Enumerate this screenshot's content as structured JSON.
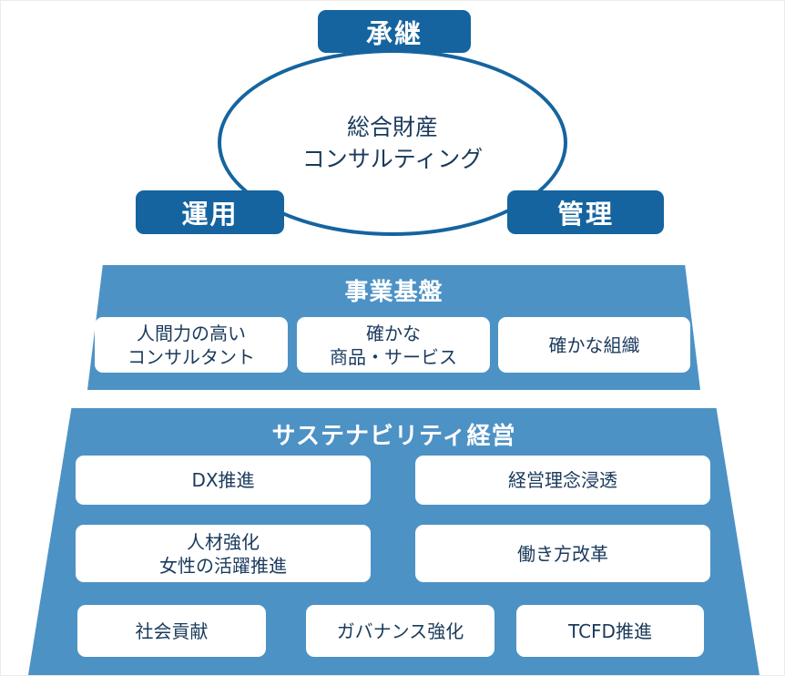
{
  "diagram": {
    "ellipse": {
      "label": "総合財産\nコンサルティング"
    },
    "badges": {
      "top": "承継",
      "left": "運用",
      "right": "管理"
    },
    "tier1": {
      "title": "事業基盤",
      "items": [
        "人間力の高い\nコンサルタント",
        "確かな\n商品・サービス",
        "確かな組織"
      ]
    },
    "tier2": {
      "title": "サステナビリティ経営",
      "rows": [
        [
          "DX推進",
          "経営理念浸透"
        ],
        [
          "人材強化\n女性の活躍推進",
          "働き方改革"
        ],
        [
          "社会貢献",
          "ガバナンス強化",
          "TCFD推進"
        ]
      ]
    },
    "colors": {
      "dark_blue": "#15649f",
      "mid_blue": "#4d92c5",
      "text_navy": "#1a3a5c"
    }
  }
}
